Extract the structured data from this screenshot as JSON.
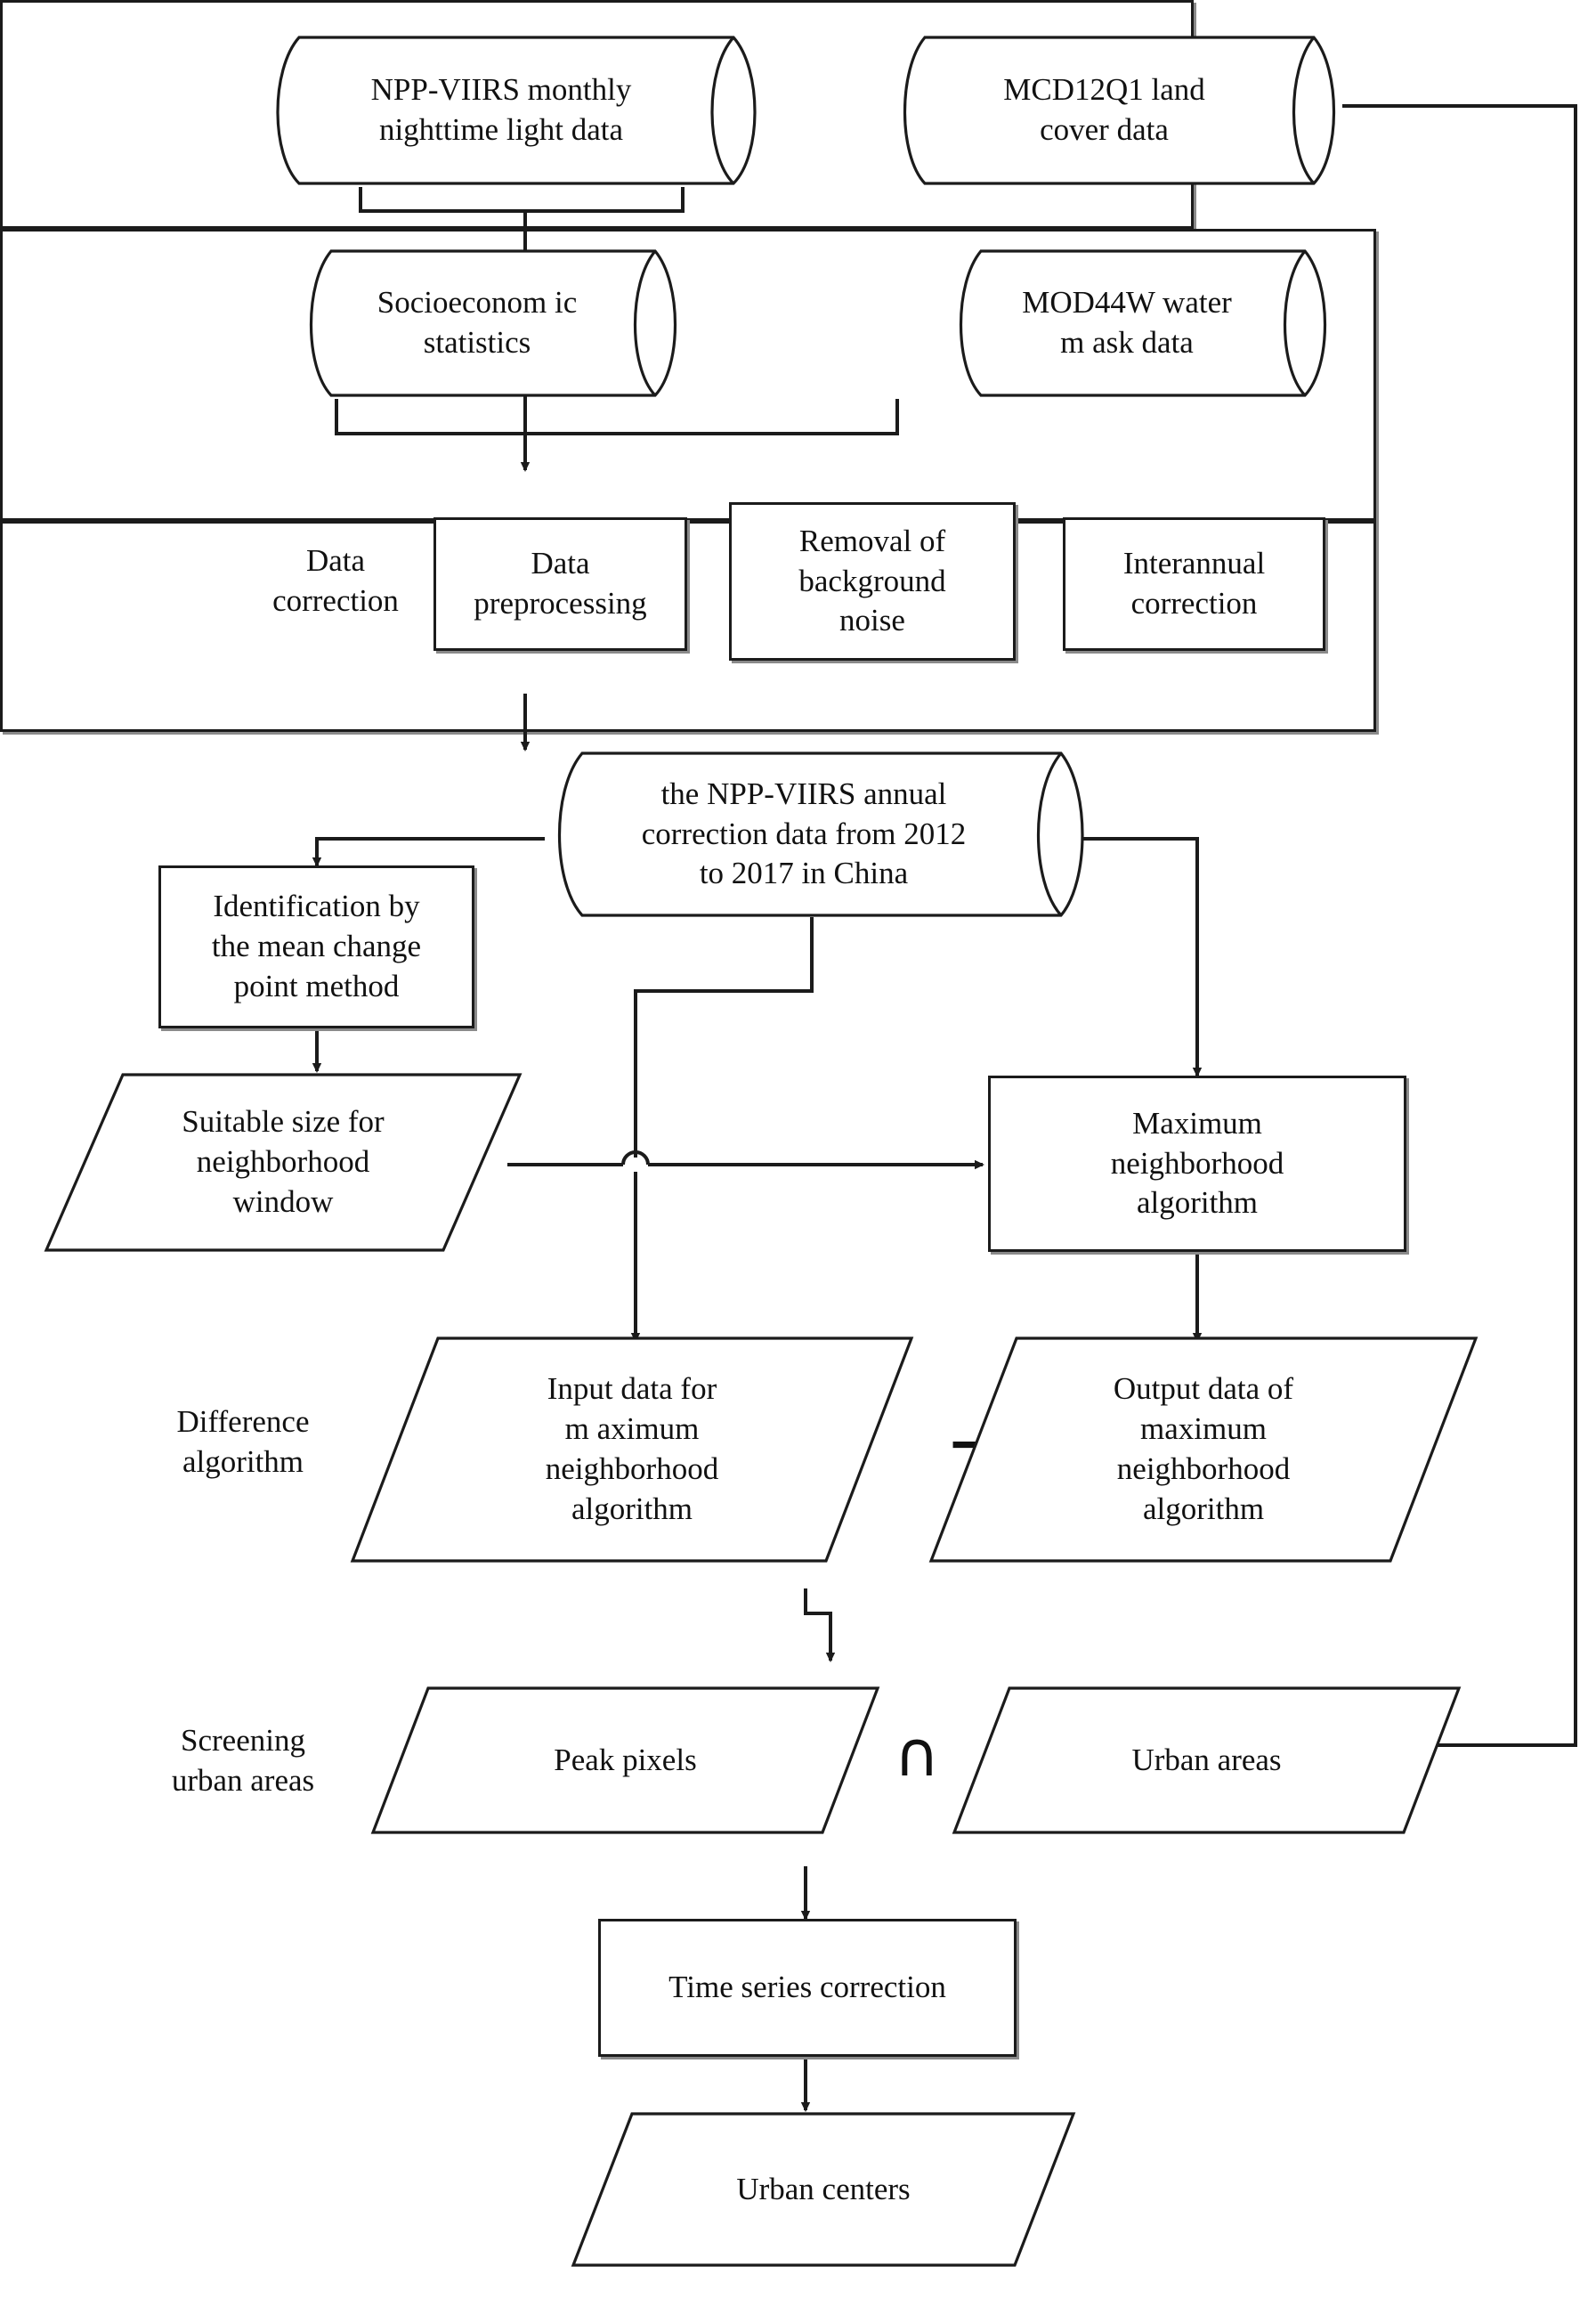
{
  "diagram": {
    "title": "Flowchart for extracting urban centers from NPP-VIIRS nighttime light data",
    "type": "flowchart",
    "nodes": [
      {
        "id": "npp_monthly",
        "shape": "cylinder",
        "label": "NPP-VIIRS monthly\nnighttime  light  data"
      },
      {
        "id": "mcd12q1",
        "shape": "cylinder",
        "label": "MCD12Q1 land\ncover data"
      },
      {
        "id": "socioeconomic",
        "shape": "cylinder",
        "label": "Socioeconom ic\nstatistics"
      },
      {
        "id": "mod44w",
        "shape": "cylinder",
        "label": "MOD44W water\nm ask data"
      },
      {
        "id": "data_correction",
        "shape": "group-label",
        "label": "Data\ncorrection"
      },
      {
        "id": "data_preproc",
        "shape": "rectangle",
        "label": "Data\npreprocessing"
      },
      {
        "id": "removal_noise",
        "shape": "rectangle",
        "label": "Removal of\nbackground\nnoise"
      },
      {
        "id": "interannual",
        "shape": "rectangle",
        "label": "Interannual\ncorrection"
      },
      {
        "id": "npp_annual",
        "shape": "cylinder",
        "label": "the NPP-VIIRS annual\ncorrection data from 2012\nto 2017 in China"
      },
      {
        "id": "identification",
        "shape": "rectangle",
        "label": "Identification by\nthe mean change\npoint method"
      },
      {
        "id": "suitable_size",
        "shape": "parallelogram",
        "label": "Suitable size for\nneighborhood\nwindow"
      },
      {
        "id": "max_neigh_algo",
        "shape": "rectangle",
        "label": "Maximum\nneighborhood\nalgorithm"
      },
      {
        "id": "diff_algorithm",
        "shape": "group-label",
        "label": "Difference\nalgorithm"
      },
      {
        "id": "input_data",
        "shape": "parallelogram",
        "label": "Input data for\nm aximum\nneighborhood\nalgorithm"
      },
      {
        "id": "output_data",
        "shape": "parallelogram",
        "label": "Output data of\nmaximum\nneighborhood\nalgorithm"
      },
      {
        "id": "minus_operator",
        "shape": "operator",
        "label": "−"
      },
      {
        "id": "screening",
        "shape": "group-label",
        "label": "Screening\nurban areas"
      },
      {
        "id": "peak_pixels",
        "shape": "parallelogram",
        "label": "Peak pixels"
      },
      {
        "id": "intersect_op",
        "shape": "operator",
        "label": "∩"
      },
      {
        "id": "urban_areas",
        "shape": "parallelogram",
        "label": "Urban areas"
      },
      {
        "id": "time_series",
        "shape": "rectangle",
        "label": "Time series correction"
      },
      {
        "id": "urban_centers",
        "shape": "parallelogram",
        "label": "Urban centers"
      }
    ],
    "edges": [
      {
        "from": "npp_monthly",
        "to": "data_correction_frame"
      },
      {
        "from": "mcd12q1",
        "to": "data_correction_frame"
      },
      {
        "from": "socioeconomic",
        "to": "data_correction_frame"
      },
      {
        "from": "mod44w",
        "to": "data_correction_frame"
      },
      {
        "from": "data_correction_frame",
        "to": "npp_annual"
      },
      {
        "from": "npp_annual",
        "to": "identification"
      },
      {
        "from": "identification",
        "to": "suitable_size"
      },
      {
        "from": "npp_annual",
        "to": "max_neigh_algo"
      },
      {
        "from": "suitable_size",
        "to": "max_neigh_algo"
      },
      {
        "from": "npp_annual",
        "to": "input_data"
      },
      {
        "from": "max_neigh_algo",
        "to": "output_data"
      },
      {
        "from": "diff_frame",
        "to": "peak_pixels"
      },
      {
        "from": "mcd12q1",
        "to": "urban_areas"
      },
      {
        "from": "screening_frame",
        "to": "time_series"
      },
      {
        "from": "time_series",
        "to": "urban_centers"
      }
    ],
    "group_frames": [
      {
        "id": "data_correction_frame",
        "label_node": "data_correction"
      },
      {
        "id": "diff_frame",
        "label_node": "diff_algorithm"
      },
      {
        "id": "screening_frame",
        "label_node": "screening"
      }
    ],
    "colors": {
      "stroke": "#1b1b1b",
      "fill": "#ffffff",
      "shadow": "#8a8a8a",
      "text": "#111111"
    }
  }
}
